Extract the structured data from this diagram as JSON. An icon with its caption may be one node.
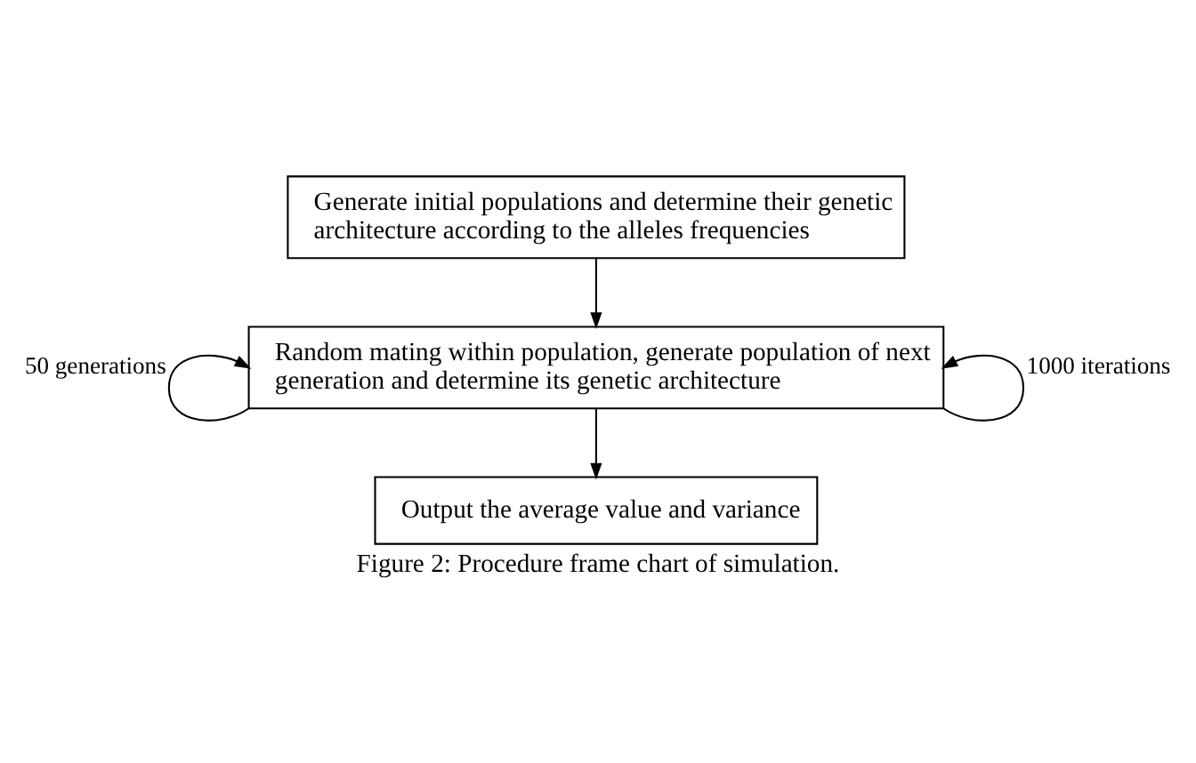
{
  "diagram": {
    "caption": "Figure 2: Procedure frame chart of simulation.",
    "nodes": [
      {
        "text": [
          "Generate initial populations and determine their genetic architecture according to the alleles frequencies"
        ]
      },
      {
        "text": [
          "Random mating within population, generate population of next generation and determine its genetic architecture"
        ]
      },
      {
        "text": [
          "Output the average value and variance"
        ]
      }
    ],
    "edges": [
      {
        "from": 0,
        "to": 1,
        "arrow": "to"
      },
      {
        "from": 1,
        "to": 1,
        "arrow": "to",
        "label": "50 generations"
      },
      {
        "from": 1,
        "to": 1,
        "arrow": "to",
        "label": "1000 iterations"
      },
      {
        "from": 1,
        "to": 2,
        "arrow": "to"
      }
    ]
  }
}
